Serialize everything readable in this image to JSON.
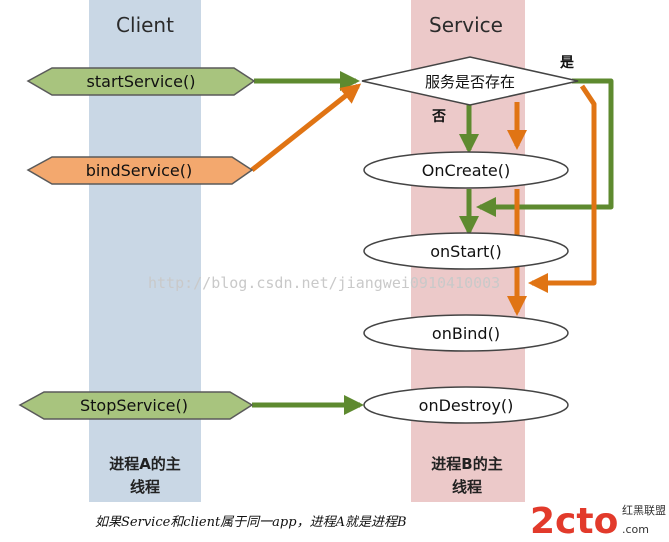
{
  "lanes": {
    "client": {
      "title": "Client",
      "footer_line1": "进程A的主",
      "footer_line2": "线程",
      "color": "#c9d7e5"
    },
    "service": {
      "title": "Service",
      "footer_line1": "进程B的主",
      "footer_line2": "线程",
      "color": "#ecc9c9"
    }
  },
  "client_nodes": {
    "start_service": {
      "label": "startService()",
      "color": "#a8c47e"
    },
    "bind_service": {
      "label": "bindService()",
      "color": "#f3a86e"
    },
    "stop_service": {
      "label": "StopService()",
      "color": "#a8c47e"
    }
  },
  "service_nodes": {
    "decision": {
      "label": "服务是否存在",
      "yes_label": "是",
      "no_label": "否"
    },
    "on_create": {
      "label": "OnCreate()"
    },
    "on_start": {
      "label": "onStart()"
    },
    "on_bind": {
      "label": "onBind()"
    },
    "on_destroy": {
      "label": "onDestroy()"
    }
  },
  "arrow_colors": {
    "start_path": "#5e8a2f",
    "bind_path": "#e07414"
  },
  "watermark": "http://blog.csdn.net/jiangwei0910410003",
  "caption": "如果Service和client属于同一app，进程A就是进程B",
  "logo": {
    "main": "2cto",
    "com": ".com",
    "sub": "红黑联盟"
  }
}
